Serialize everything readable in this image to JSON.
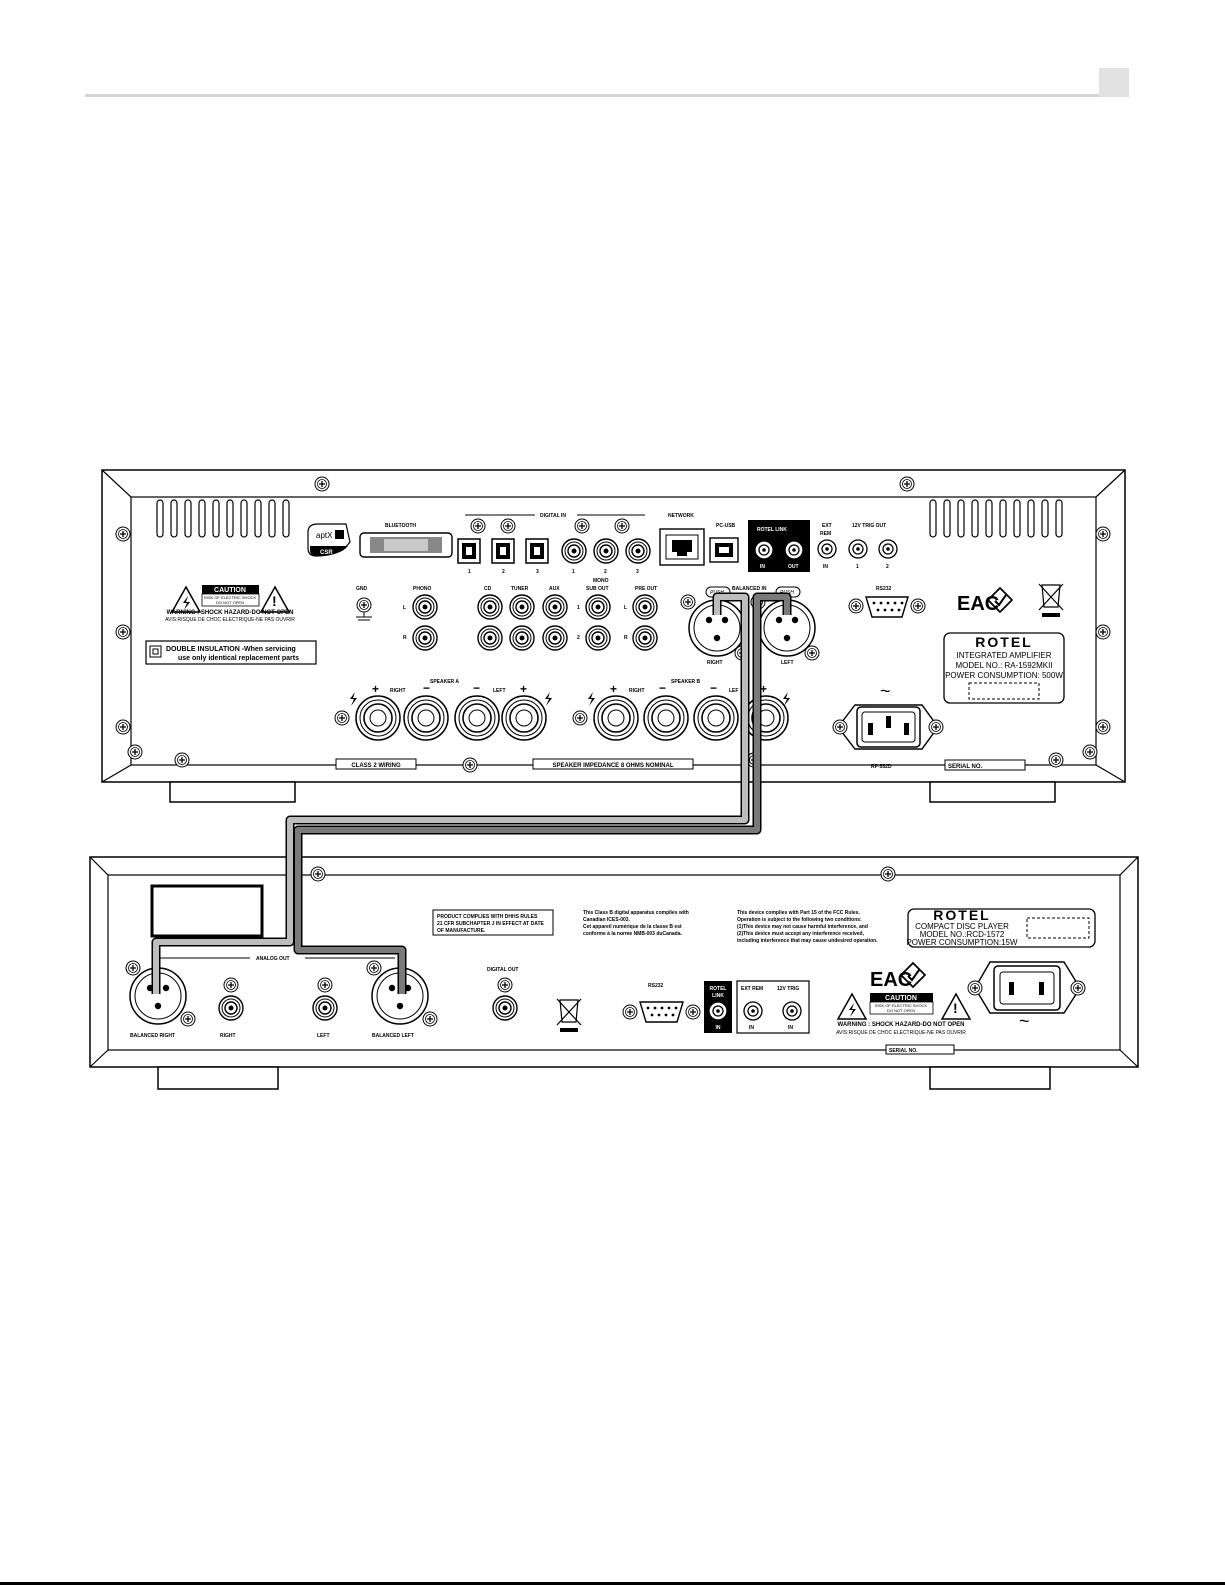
{
  "page": {
    "header_box": "",
    "footer": ""
  },
  "amp": {
    "model": {
      "brand": "ROTEL",
      "type": "INTEGRATED AMPLIFIER",
      "model_no": "MODEL NO.: RA-1592MKII",
      "power": "POWER CONSUMPTION: 500W"
    },
    "aptx": {
      "logo": "aptX",
      "sub": "CSR"
    },
    "bluetooth": "BLUETOOTH",
    "digital_in": {
      "title": "DIGITAL IN",
      "numbers": [
        "1",
        "2",
        "3",
        "1",
        "2",
        "3"
      ]
    },
    "network": "NETWORK",
    "pc_usb": "PC-USB",
    "rotel_link": {
      "title": "ROTEL  LINK",
      "in": "IN",
      "out": "OUT"
    },
    "ext_rem": {
      "title1": "EXT",
      "title2": "REM",
      "in": "IN"
    },
    "trig": {
      "title": "12V TRIG OUT",
      "n1": "1",
      "n2": "2"
    },
    "rs232": "RS232",
    "caution": {
      "title": "CAUTION",
      "line1": "RISK OF ELECTRIC SHOCK",
      "line2": "DO NOT OPEN",
      "warning": "WARNING : SHOCK HAZARD-DO NOT OPEN",
      "avis": "AVIS:RISQUE DE CHOC ELECTRIQUE-NE PAS OUVRIR"
    },
    "double_insulation": {
      "line1": "DOUBLE INSULATION -When servicing",
      "line2": "use only identical replacement parts"
    },
    "gnd": "GND",
    "phono": "PHONO",
    "l": "L",
    "r": "R",
    "cd": "CD",
    "tuner": "TUNER",
    "aux": "AUX",
    "mono_sub": {
      "line1": "MONO",
      "line2": "SUB OUT",
      "n1": "1",
      "n2": "2"
    },
    "pre_out": "PRE OUT",
    "balanced_in": {
      "title": "BALANCED IN",
      "push": "PUSH",
      "right": "RIGHT",
      "left": "LEFT"
    },
    "speaker_a": "SPEAKER  A",
    "speaker_b": "SPEAKER  B",
    "right": "RIGHT",
    "left": "LEFT",
    "lef": "LEF",
    "plus": "+",
    "minus": "−",
    "class2": "CLASS 2 WIRING",
    "impedance": "SPEAKER IMPEDANCE 8 OHMS NOMINAL",
    "rp": "RP-552D",
    "serial": "SERIAL NO.",
    "tilde": "~",
    "eac": "EAC"
  },
  "cd": {
    "model": {
      "brand": "ROTEL",
      "type": "COMPACT DISC PLAYER",
      "model_no": "MODEL NO.:RCD-1572",
      "power": "POWER CONSUMPTION:15W"
    },
    "analog_out": "ANALOG OUT",
    "balanced_right": "BALANCED RIGHT",
    "right": "RIGHT",
    "left": "LEFT",
    "balanced_left": "BALANCED LEFT",
    "digital_out": "DIGITAL OUT",
    "rs232": "RS232",
    "rotel_link": {
      "l1": "ROTEL",
      "l2": "LINK",
      "in": "IN"
    },
    "ext_rem": {
      "title": "EXT REM",
      "in": "IN"
    },
    "trig": {
      "title": "12V TRIG",
      "in": "IN"
    },
    "dhhs": {
      "l1": "PRODUCT COMPLIES WITH DHHS RULES",
      "l2": "21 CFR SUBCHAPTER J IN EFFECT AT DATE",
      "l3": "OF MANUFACTURE."
    },
    "classb": {
      "l1": "This Class B digital apparatus complies with",
      "l2": "Canadian ICES-003.",
      "l3": "Cet appareil numérique de la classe B est",
      "l4": "conforme à la norme  NMB-003 duCanada."
    },
    "fcc": {
      "l1": "This device complies with Part 15 of the FCC Rules.",
      "l2": "Operation is subject to the following two conditions:",
      "l3": "(1)This device may not cause harmful interference, and",
      "l4": "(2)This device must accept any interference received,",
      "l5": "including interference that may cause undesired operation."
    },
    "caution": {
      "title": "CAUTION",
      "line1": "RISK OF ELECTRIC SHOCK",
      "line2": "DO NOT OPEN",
      "warning": "WARNING : SHOCK HAZARD-DO NOT OPEN",
      "avis": "AVIS:RISQUE DE CHOC ELECTRIQUE-NE PAS OUVRIR"
    },
    "serial": "SERIAL NO.",
    "tilde": "~",
    "eac": "EAC"
  },
  "colors": {
    "cable_light": "#bdbdbd",
    "cable_dark": "#7a7a7a",
    "header_rule": "#d4d4d4"
  }
}
